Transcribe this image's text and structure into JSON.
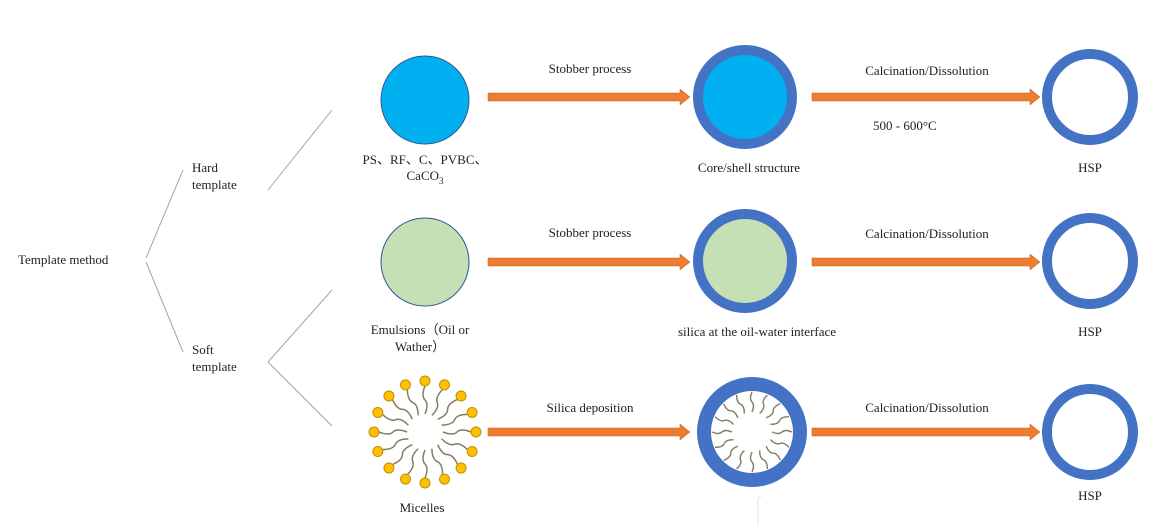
{
  "root_label": "Template method",
  "branches": {
    "hard": [
      "Hard",
      "template"
    ],
    "soft": [
      "Soft",
      "template"
    ]
  },
  "rows": [
    {
      "template_label": [
        "PS、RF、C、PVBC、",
        "CaCO",
        "3"
      ],
      "step1": "Stobber process",
      "intermediate_label": "Core/shell structure",
      "step2": "Calcination/Dissolution",
      "step2_note": "500 - 600°C",
      "product": "HSP"
    },
    {
      "template_label": [
        "Emulsions（Oil or",
        "Wather）"
      ],
      "step1": "Stobber process",
      "intermediate_label": "silica at the oil-water interface",
      "step2": "Calcination/Dissolution",
      "product": "HSP"
    },
    {
      "template_label": [
        "Micelles"
      ],
      "step1": "Silica deposition",
      "step2": "Calcination/Dissolution",
      "product": "HSP"
    }
  ],
  "colors": {
    "hard_core": "#00B0F0",
    "shell": "#4472C4",
    "shell_stroke": "#2F5597",
    "emulsion": "#C5E0B4",
    "arrow": "#ED7D31",
    "micelle_head": "#FFC000",
    "tail": "#7F7F5F",
    "line": "#A6A6A6"
  }
}
